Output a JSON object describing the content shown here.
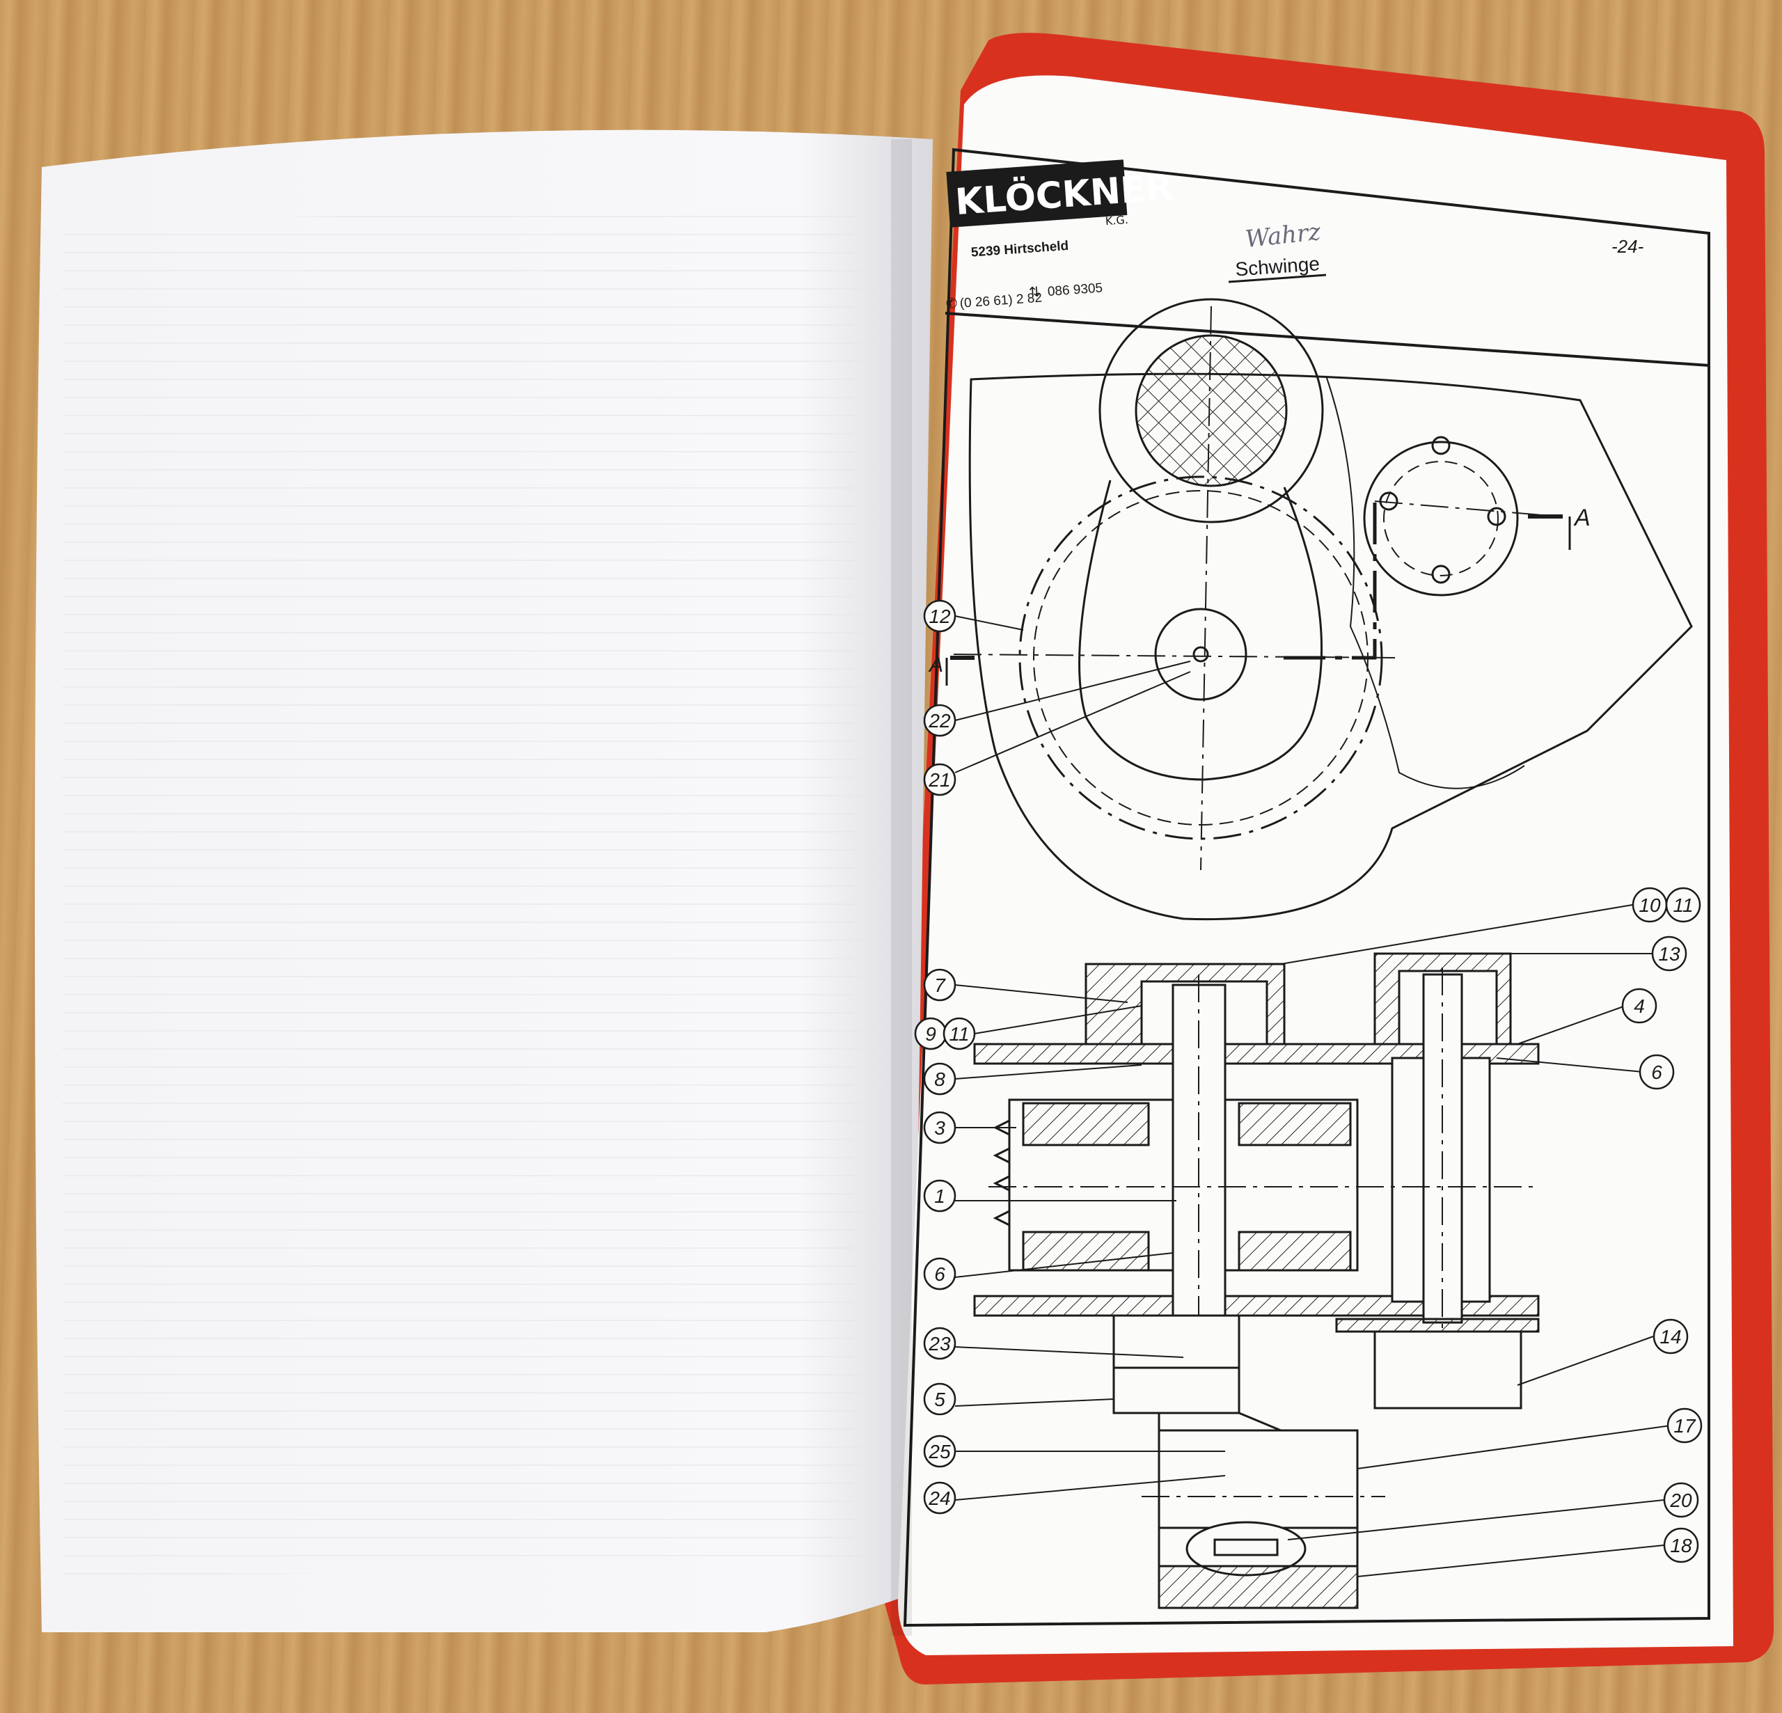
{
  "brand": {
    "logo_text": "KLÖCKNER",
    "logo_sub": "K.G.",
    "address": "5239 Hirtscheld",
    "phone": "(0 26 61) 2 82",
    "telex": "086 9305"
  },
  "page": {
    "handwritten_note": "Wahrz",
    "section_title": "Schwinge",
    "page_number": "-24-"
  },
  "section_marker": "A",
  "callouts": [
    "12",
    "22",
    "21",
    "10",
    "11",
    "13",
    "7",
    "9",
    "11",
    "4",
    "8",
    "6",
    "3",
    "1",
    "6",
    "23",
    "14",
    "5",
    "17",
    "25",
    "24",
    "20",
    "18"
  ],
  "colors": {
    "table": "#c89a5e",
    "cover": "#d8321f",
    "paper": "#fbfbf9",
    "ink": "#1b1b1b"
  }
}
